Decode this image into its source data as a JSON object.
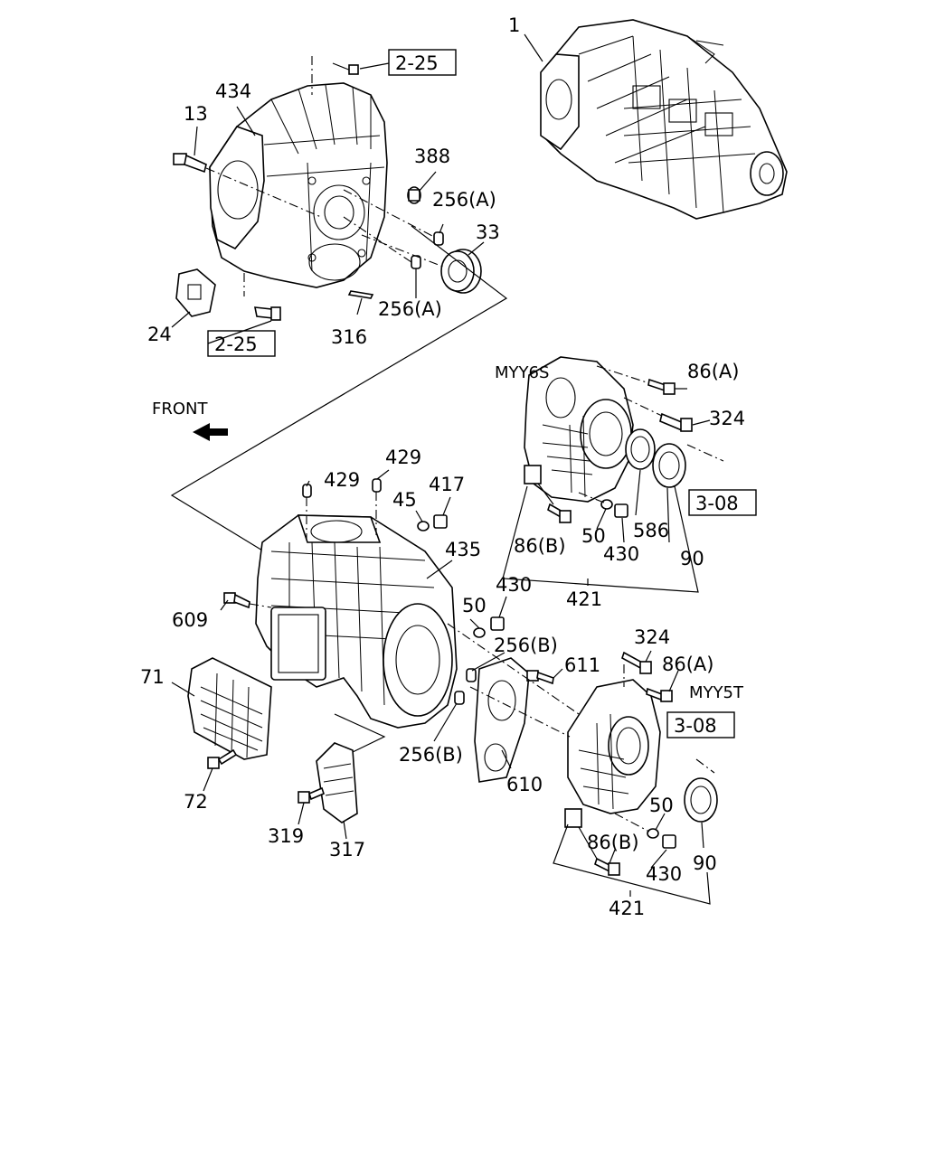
{
  "labels": {
    "p1": "1",
    "p434": "434",
    "p13": "13",
    "p388": "388",
    "p256a_top": "256(A)",
    "p33": "33",
    "p24": "24",
    "p316": "316",
    "p256a_bottom": "256(A)",
    "ref_2_25_top": "2-25",
    "ref_2_25_bottom": "2-25",
    "front": "FRONT",
    "myy6s": "MYY6S",
    "p86a_6s": "86(A)",
    "p324_6s": "324",
    "ref_3_08_6s": "3-08",
    "p86b_6s": "86(B)",
    "p50_6s": "50",
    "p586": "586",
    "p430_6s": "430",
    "p90_6s": "90",
    "p421_6s": "421",
    "p429_a": "429",
    "p429_b": "429",
    "p45": "45",
    "p417": "417",
    "p435": "435",
    "p609": "609",
    "p50_mid": "50",
    "p430_mid": "430",
    "p256b_top": "256(B)",
    "p611": "611",
    "p71": "71",
    "p72": "72",
    "p256b_bottom": "256(B)",
    "p610": "610",
    "p319": "319",
    "p317": "317",
    "p324_5t": "324",
    "p86a_5t": "86(A)",
    "myy5t": "MYY5T",
    "ref_3_08_5t": "3-08",
    "p50_5t": "50",
    "p86b_5t": "86(B)",
    "p430_5t": "430",
    "p90_5t": "90",
    "p421_5t": "421"
  }
}
